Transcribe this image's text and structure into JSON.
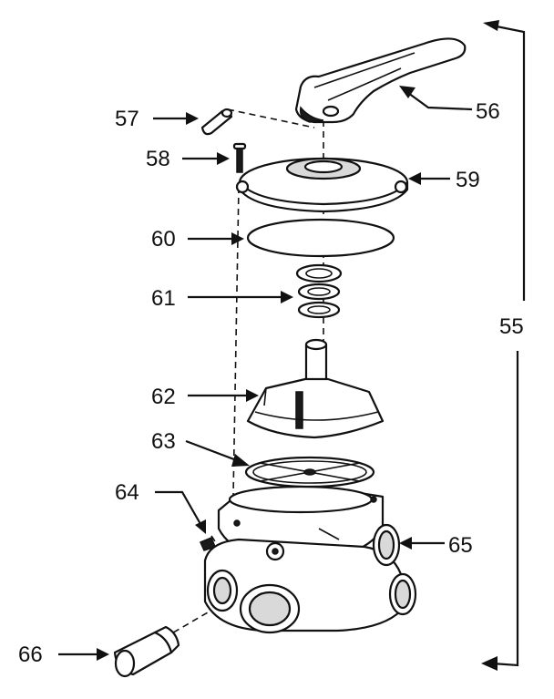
{
  "callouts": {
    "p55": "55",
    "p56": "56",
    "p57": "57",
    "p58": "58",
    "p59": "59",
    "p60": "60",
    "p61": "61",
    "p62": "62",
    "p63": "63",
    "p64": "64",
    "p65": "65",
    "p66": "66"
  },
  "colors": {
    "ink": "#111111",
    "background": "#ffffff",
    "shade": "#d9d9d9"
  }
}
